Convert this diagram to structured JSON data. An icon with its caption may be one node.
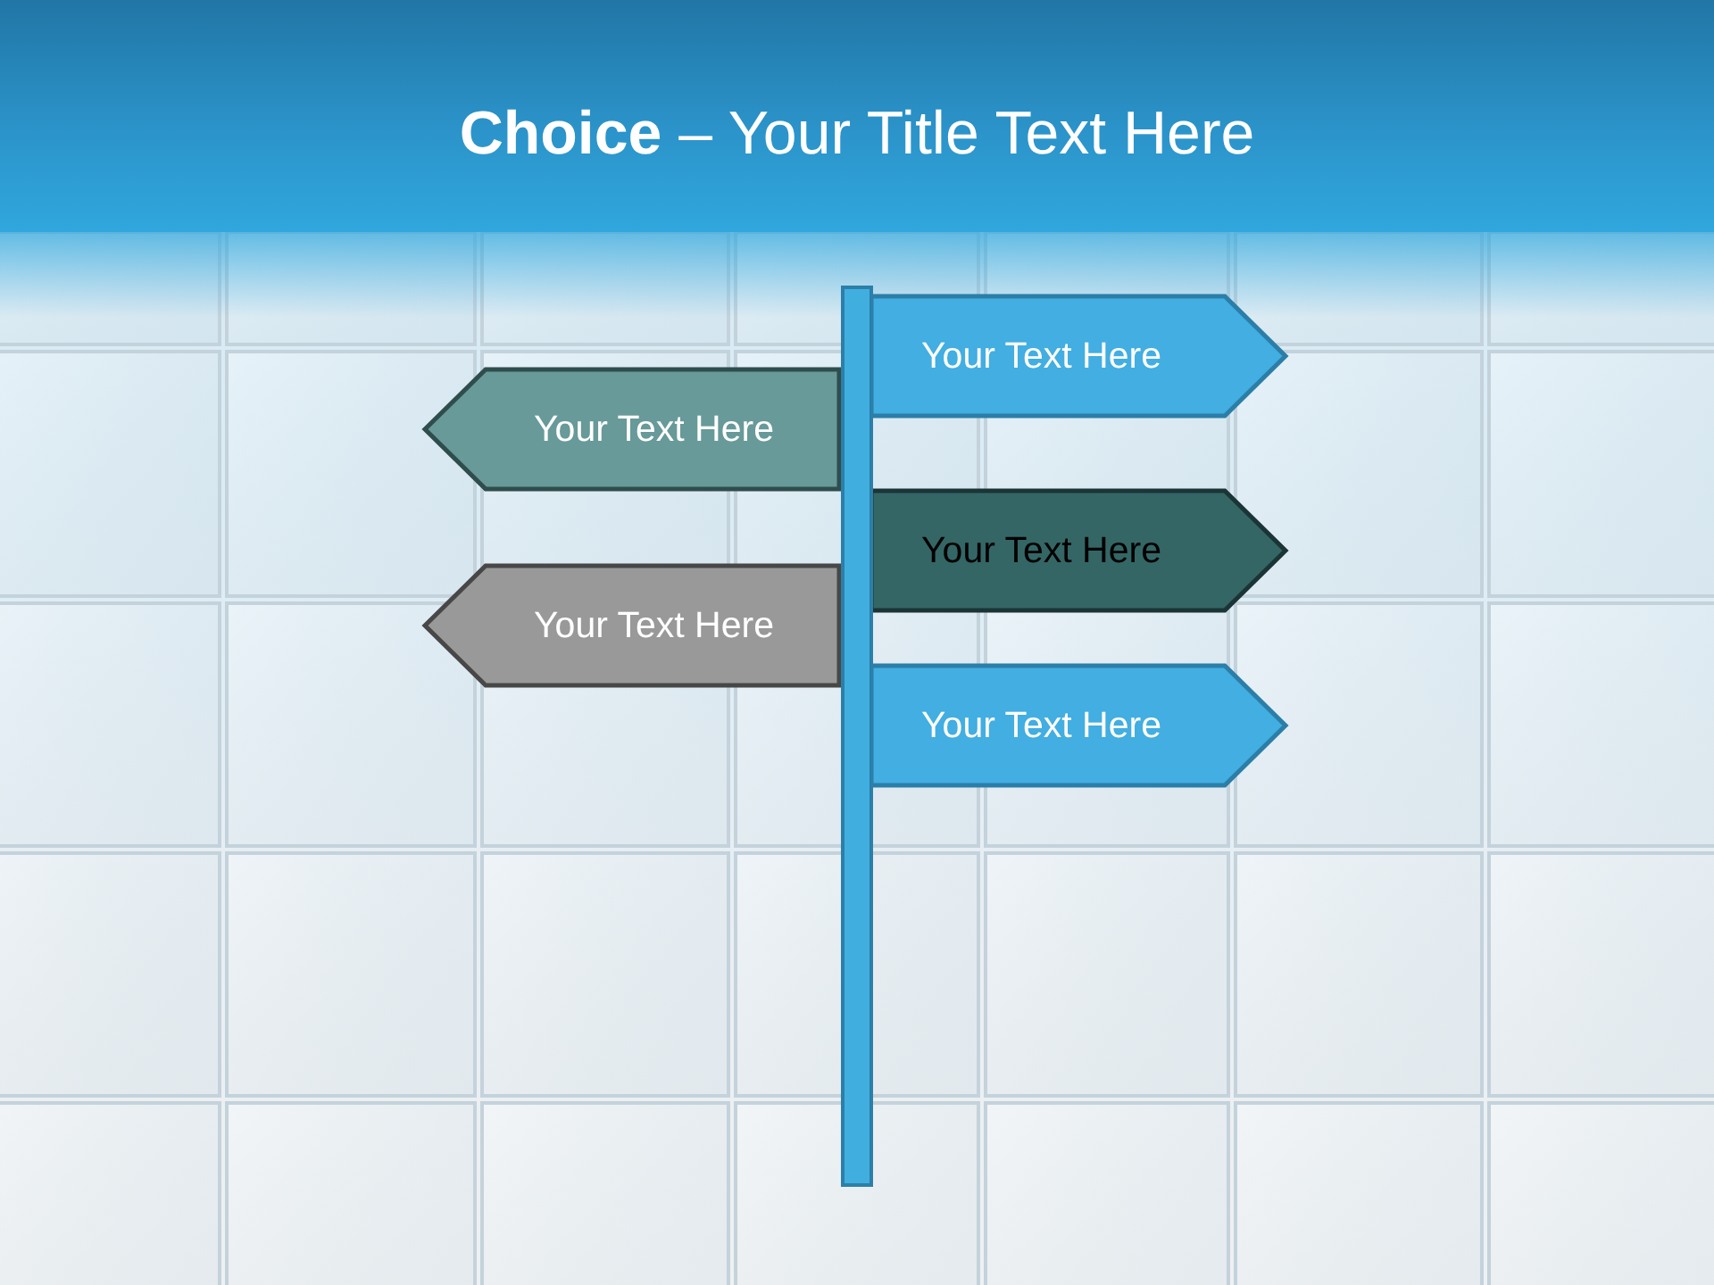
{
  "diagram": {
    "title": "**Choice** – Your Title Text Here",
    "nodes": [
      {
        "text": [],
        "shape": "bar"
      },
      {
        "text": [
          "Your Text Here"
        ]
      },
      {
        "text": [
          "Your Text Here"
        ]
      },
      {
        "text": [
          "Your Text Here"
        ]
      },
      {
        "text": [
          "Your Text Here"
        ]
      },
      {
        "text": [
          "Your Text Here"
        ]
      }
    ]
  }
}
